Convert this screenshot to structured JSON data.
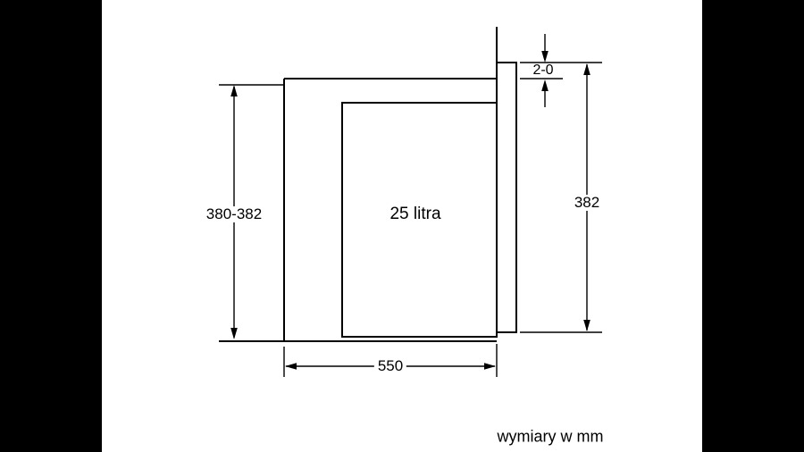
{
  "page": {
    "background_color": "#000000",
    "canvas_color": "#ffffff",
    "line_color": "#000000"
  },
  "diagram": {
    "cavity_label": "25 litra",
    "caption": "wymiary w mm",
    "dimensions": {
      "niche_height": "380-382",
      "front_height": "382",
      "top_gap": "2-0",
      "width": "550"
    }
  }
}
